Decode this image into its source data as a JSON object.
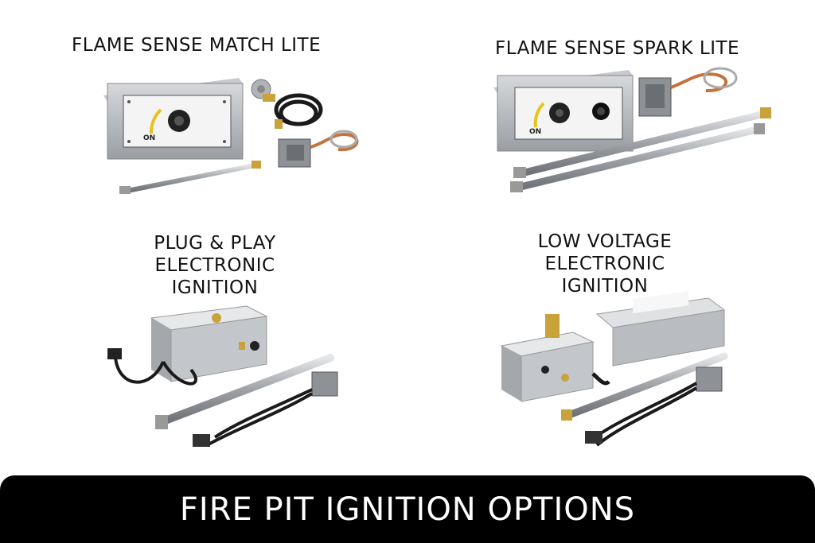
{
  "products": [
    {
      "title_lines": [
        "FLAME SENSE MATCH LITE"
      ]
    },
    {
      "title_lines": [
        "FLAME SENSE SPARK LITE"
      ]
    },
    {
      "title_lines": [
        "PLUG & PLAY",
        "ELECTRONIC",
        "IGNITION"
      ]
    },
    {
      "title_lines": [
        "LOW VOLTAGE",
        "ELECTRONIC",
        "IGNITION"
      ]
    }
  ],
  "panel_labels": {
    "on": "ON"
  },
  "banner": {
    "text": "FIRE PIT IGNITION OPTIONS"
  },
  "colors": {
    "steel": "#b9bcc0",
    "steel_dark": "#7d8186",
    "brass": "#c9a23a",
    "copper": "#c4733e",
    "cable": "#1a1a1a",
    "banner_bg": "#000000",
    "banner_text": "#ffffff"
  }
}
